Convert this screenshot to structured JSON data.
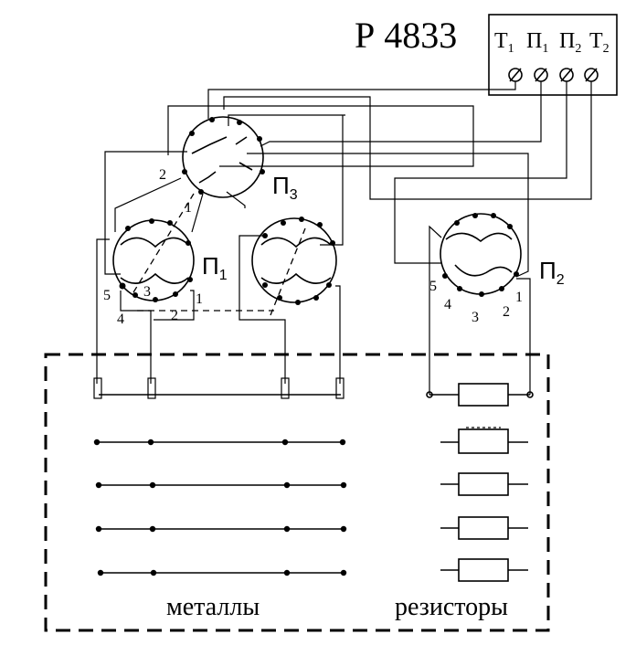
{
  "device": {
    "model": "Р 4833",
    "terminals": [
      "Т",
      "П",
      "П",
      "Т"
    ],
    "terminal_subscripts": [
      "1",
      "1",
      "2",
      "2"
    ]
  },
  "switches": [
    {
      "name": "П",
      "sub": "3"
    },
    {
      "name": "П",
      "sub": "1"
    },
    {
      "name": "П",
      "sub": "2"
    }
  ],
  "switch3_positions": [
    "2",
    "1"
  ],
  "switch1_positions": [
    "5",
    "4",
    "3",
    "2",
    "1"
  ],
  "switch2_positions": [
    "5",
    "4",
    "3",
    "2",
    "1"
  ],
  "labels": {
    "metals": "металлы",
    "resistors": "резисторы"
  }
}
